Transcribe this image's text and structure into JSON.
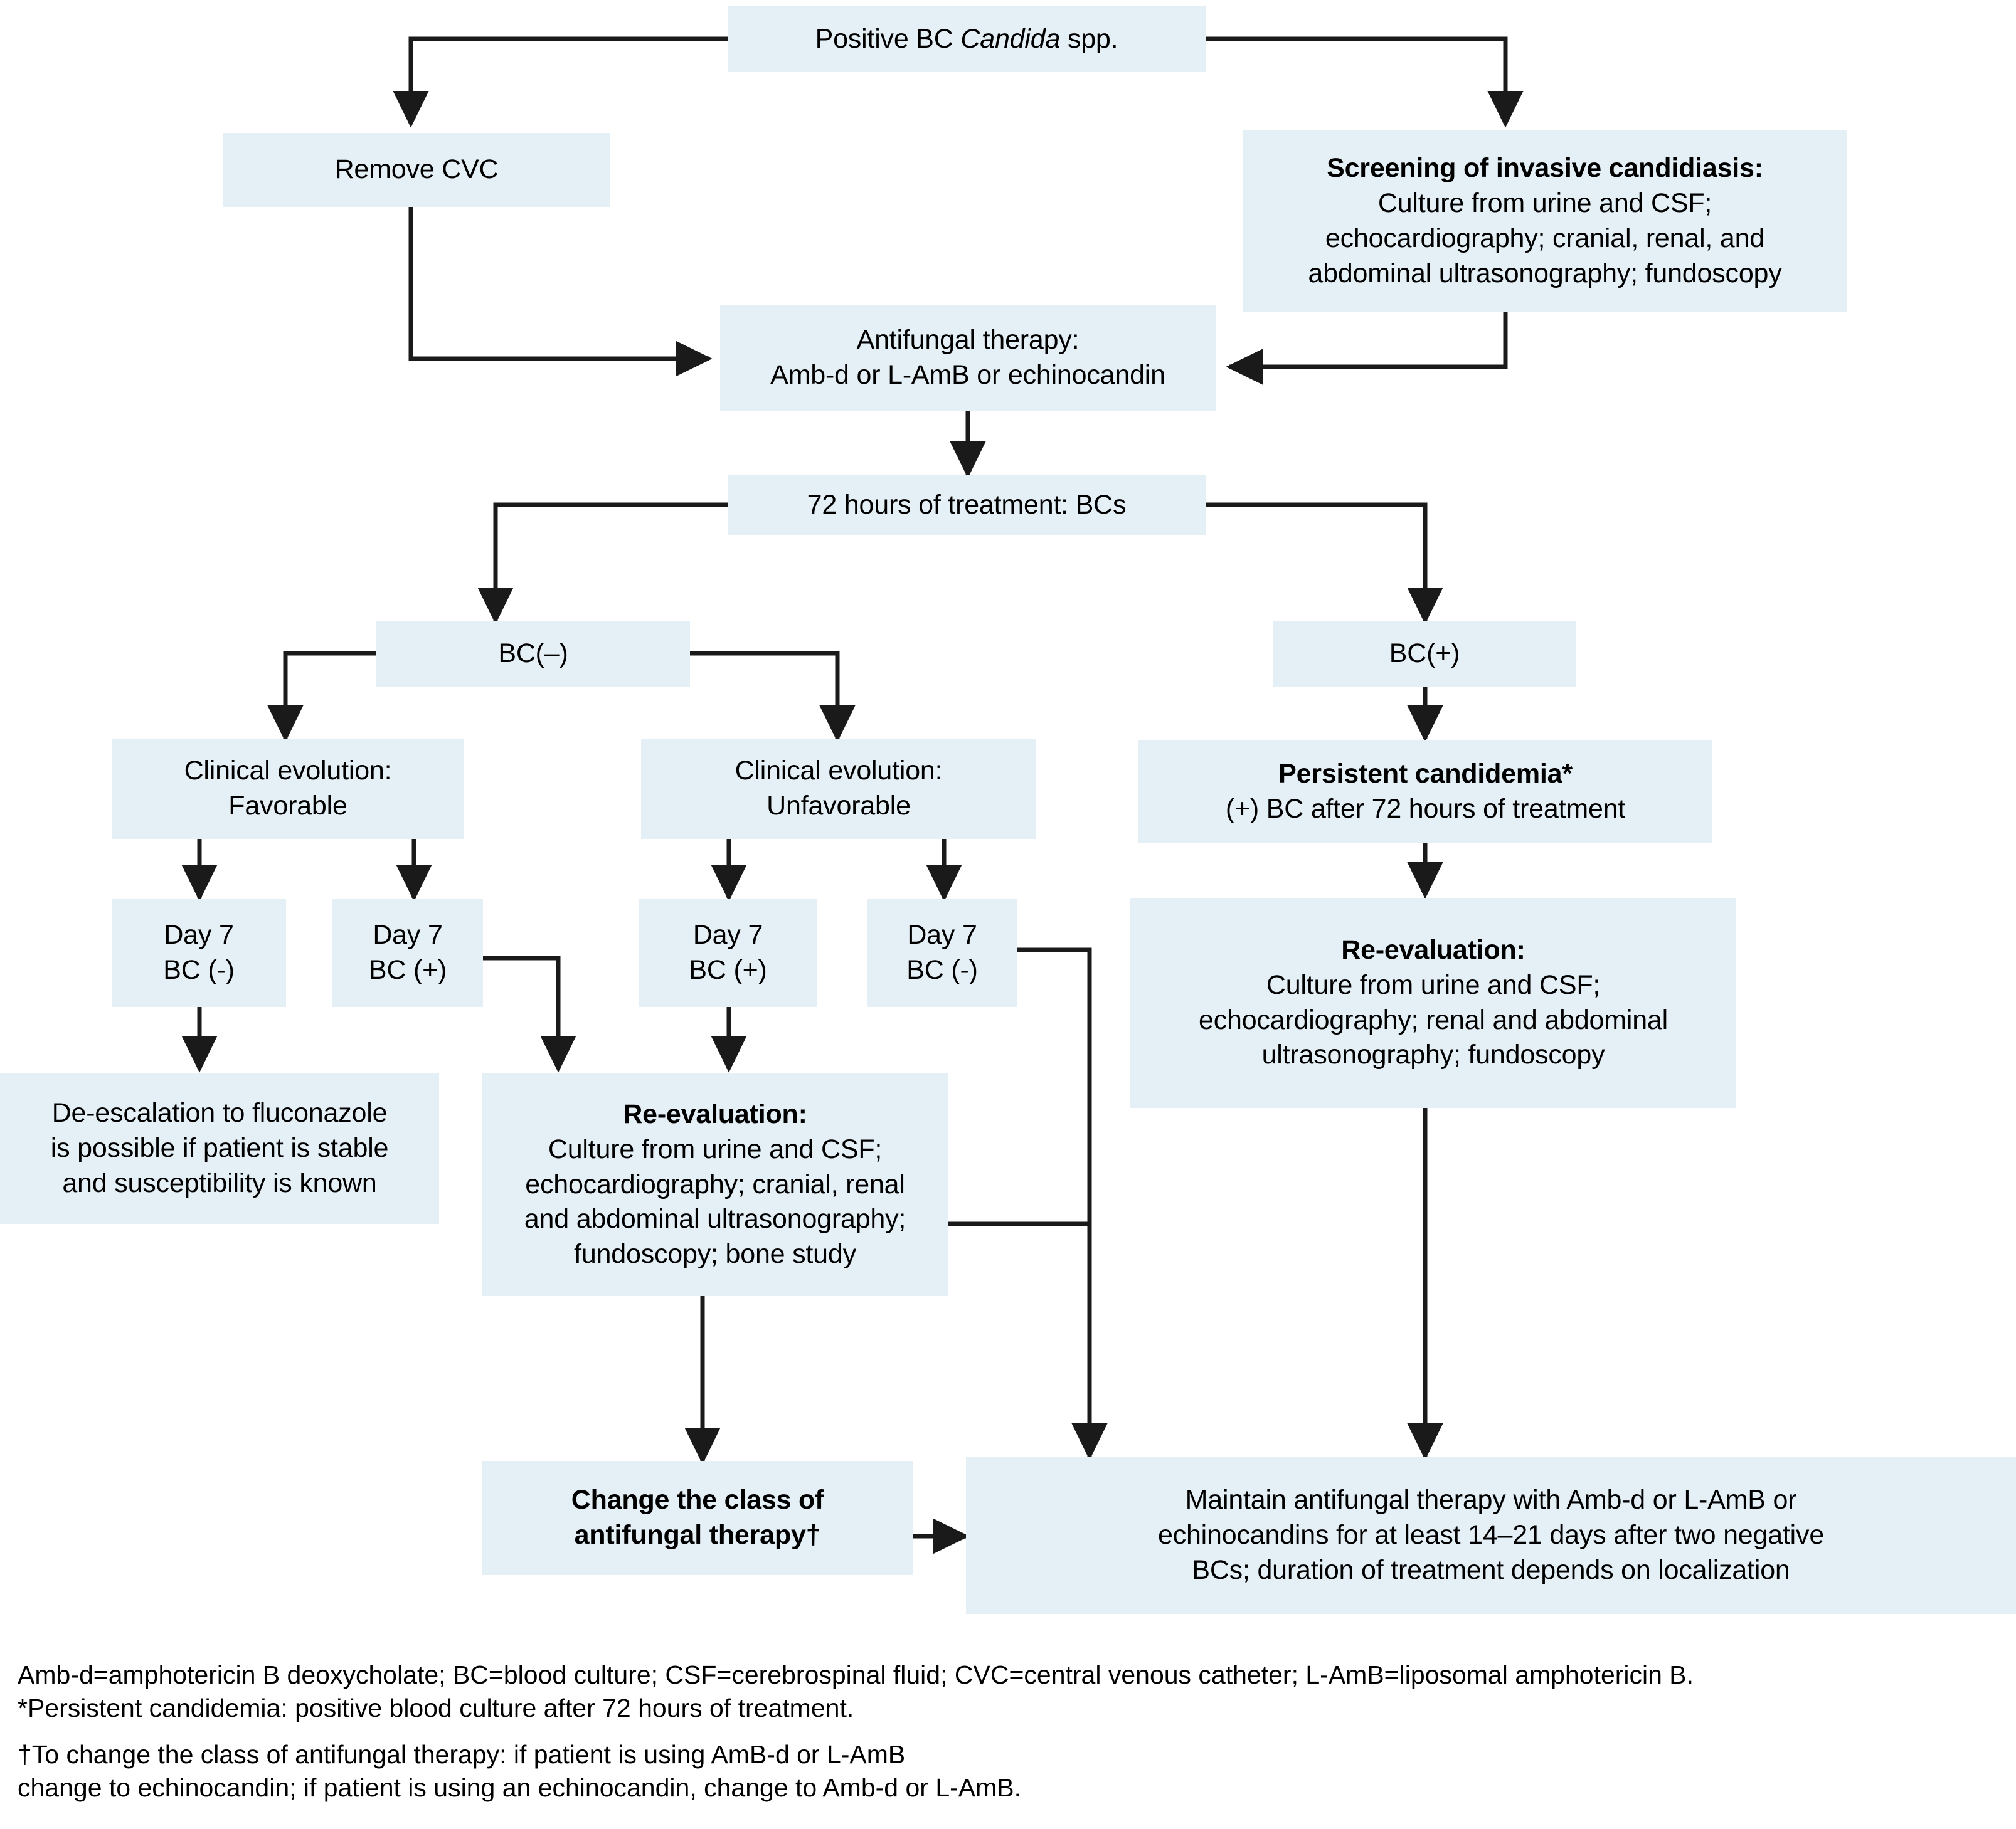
{
  "meta": {
    "title": "Management algorithm for positive blood culture with Candida spp.",
    "box_fill": "#e4eff6",
    "line_color": "#1a1a1a",
    "text_color": "#000000"
  },
  "nodes": {
    "positive_bc": {
      "line1_pre": "Positive BC ",
      "line1_italic": "Candida",
      "line1_post": " spp."
    },
    "remove_cvc": {
      "label": "Remove CVC"
    },
    "screening": {
      "heading": "Screening of invasive candidiasis:",
      "line1": "Culture from urine and CSF;",
      "line2": "echocardiography; cranial, renal, and",
      "line3": "abdominal ultrasonography; fundoscopy"
    },
    "antifungal_therapy": {
      "line1": "Antifungal therapy:",
      "line2": "Amb-d or L-AmB or echinocandin"
    },
    "seventy_two_hours": {
      "label": "72 hours of treatment: BCs"
    },
    "bc_negative": {
      "label": "BC(–)"
    },
    "bc_positive": {
      "label": "BC(+)"
    },
    "evolution_favorable": {
      "line1": "Clinical evolution:",
      "line2": "Favorable"
    },
    "evolution_unfavorable": {
      "line1": "Clinical evolution:",
      "line2": "Unfavorable"
    },
    "day7_fav_neg": {
      "line1": "Day 7",
      "line2": "BC (-)"
    },
    "day7_fav_pos": {
      "line1": "Day 7",
      "line2": "BC (+)"
    },
    "day7_unfav_pos": {
      "line1": "Day 7",
      "line2": "BC (+)"
    },
    "day7_unfav_neg": {
      "line1": "Day 7",
      "line2": "BC (-)"
    },
    "persistent_candidemia": {
      "heading": "Persistent candidemia*",
      "line1": "(+) BC after 72 hours of treatment"
    },
    "de_escalation": {
      "line1": "De-escalation to fluconazole",
      "line2": "is possible if patient is stable",
      "line3": "and susceptibility is known"
    },
    "reevaluation_center": {
      "heading": "Re-evaluation:",
      "line1": "Culture from urine and CSF;",
      "line2": "echocardiography; cranial, renal",
      "line3": "and abdominal ultrasonography;",
      "line4": "fundoscopy; bone study"
    },
    "reevaluation_right": {
      "heading": "Re-evaluation:",
      "line1": "Culture from urine and CSF;",
      "line2": "echocardiography; renal and abdominal",
      "line3": "ultrasonography; fundoscopy"
    },
    "change_class": {
      "line1": "Change the class of",
      "line2": "antifungal therapy†"
    },
    "maintain_therapy": {
      "line1": "Maintain antifungal therapy with Amb-d or L-AmB or",
      "line2": "echinocandins for at least 14–21 days after two negative",
      "line3": "BCs; duration of treatment depends on localization"
    }
  },
  "footnotes": {
    "abbreviations": "Amb-d=amphotericin B deoxycholate; BC=blood culture; CSF=cerebrospinal fluid; CVC=central venous catheter; L-AmB=liposomal amphotericin B.",
    "asterisk": "*Persistent candidemia: positive blood culture after 72 hours of treatment.",
    "dagger_line1": "†To change the class of antifungal therapy: if patient is using AmB-d or L-AmB",
    "dagger_line2": "change to echinocandin; if patient is using an echinocandin, change to Amb-d or L-AmB."
  },
  "chart_data": {
    "type": "diagram",
    "title": "Management algorithm for candidemia",
    "edges": [
      {
        "from": "positive_bc",
        "to": "remove_cvc"
      },
      {
        "from": "positive_bc",
        "to": "screening"
      },
      {
        "from": "remove_cvc",
        "to": "antifungal_therapy"
      },
      {
        "from": "screening",
        "to": "antifungal_therapy"
      },
      {
        "from": "antifungal_therapy",
        "to": "seventy_two_hours"
      },
      {
        "from": "seventy_two_hours",
        "to": "bc_negative"
      },
      {
        "from": "seventy_two_hours",
        "to": "bc_positive"
      },
      {
        "from": "bc_negative",
        "to": "evolution_favorable"
      },
      {
        "from": "bc_negative",
        "to": "evolution_unfavorable"
      },
      {
        "from": "bc_positive",
        "to": "persistent_candidemia"
      },
      {
        "from": "evolution_favorable",
        "to": "day7_fav_neg"
      },
      {
        "from": "evolution_favorable",
        "to": "day7_fav_pos"
      },
      {
        "from": "evolution_unfavorable",
        "to": "day7_unfav_pos"
      },
      {
        "from": "evolution_unfavorable",
        "to": "day7_unfav_neg"
      },
      {
        "from": "day7_fav_neg",
        "to": "de_escalation"
      },
      {
        "from": "day7_fav_pos",
        "to": "reevaluation_center"
      },
      {
        "from": "day7_unfav_pos",
        "to": "reevaluation_center"
      },
      {
        "from": "day7_unfav_neg",
        "to": "maintain_therapy"
      },
      {
        "from": "persistent_candidemia",
        "to": "reevaluation_right"
      },
      {
        "from": "reevaluation_right",
        "to": "maintain_therapy"
      },
      {
        "from": "reevaluation_center",
        "to": "maintain_therapy"
      },
      {
        "from": "reevaluation_center",
        "to": "change_class"
      },
      {
        "from": "change_class",
        "to": "maintain_therapy"
      }
    ]
  }
}
